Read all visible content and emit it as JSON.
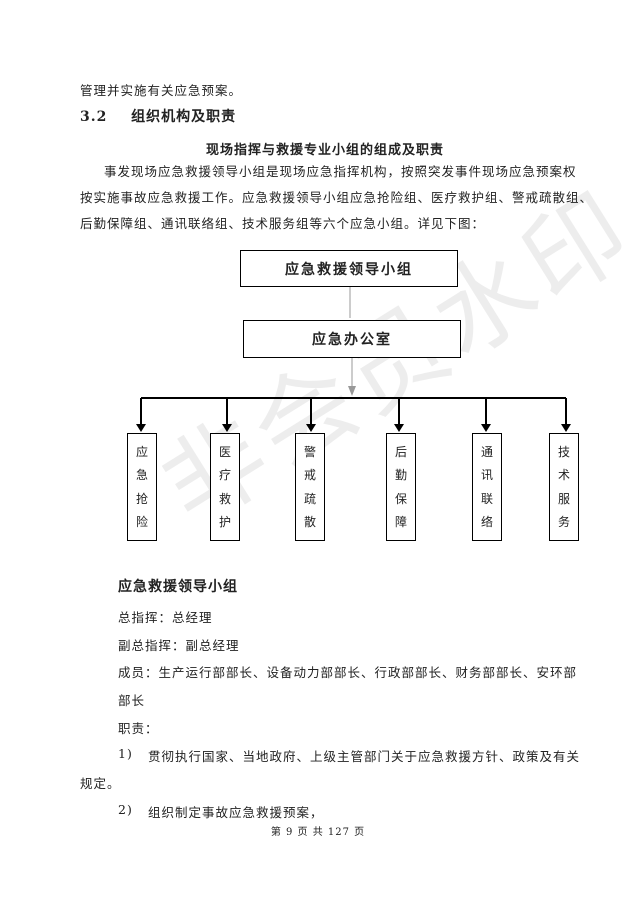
{
  "intro_tail": "管理并实施有关应急预案。",
  "section": {
    "number": "3.2",
    "title": "组织机构及职责"
  },
  "chart_title": "现场指挥与救援专业小组的组成及职责",
  "paragraph_lines": [
    "事发现场应急救援领导小组是现场应急指挥机构，按照突发事件现场应急预案权",
    "按实施事故应急救援工作。应急救援领导小组应急抢险组、医疗救护组、警戒疏散组、",
    "后勤保障组、通讯联络组、技术服务组等六个应急小组。详见下图："
  ],
  "org": {
    "leader": "应急救援领导小组",
    "office": "应急办公室",
    "teams": [
      [
        "应",
        "急",
        "抢",
        "险"
      ],
      [
        "医",
        "疗",
        "救",
        "护"
      ],
      [
        "警",
        "戒",
        "疏",
        "散"
      ],
      [
        "后",
        "勤",
        "保",
        "障"
      ],
      [
        "通",
        "讯",
        "联",
        "络"
      ],
      [
        "技",
        "术",
        "服",
        "务"
      ]
    ]
  },
  "leader_group": {
    "heading": "应急救援领导小组",
    "commander": "总指挥：总经理",
    "deputy": "副总指挥：副总经理",
    "members_line1": "成员：生产运行部部长、设备动力部部长、行政部部长、财务部部长、安环部",
    "members_line2": "部长",
    "duties_label": "职责：",
    "duty1_num": "1)",
    "duty1_line1": "贯彻执行国家、当地政府、上级主管部门关于应急救援方针、政策及有关",
    "duty1_line2": "规定。",
    "duty2_num": "2)",
    "duty2_line1": "组织制定事故应急救援预案，"
  },
  "footer": "第 9 页 共 127 页",
  "watermark": "非会员水印"
}
